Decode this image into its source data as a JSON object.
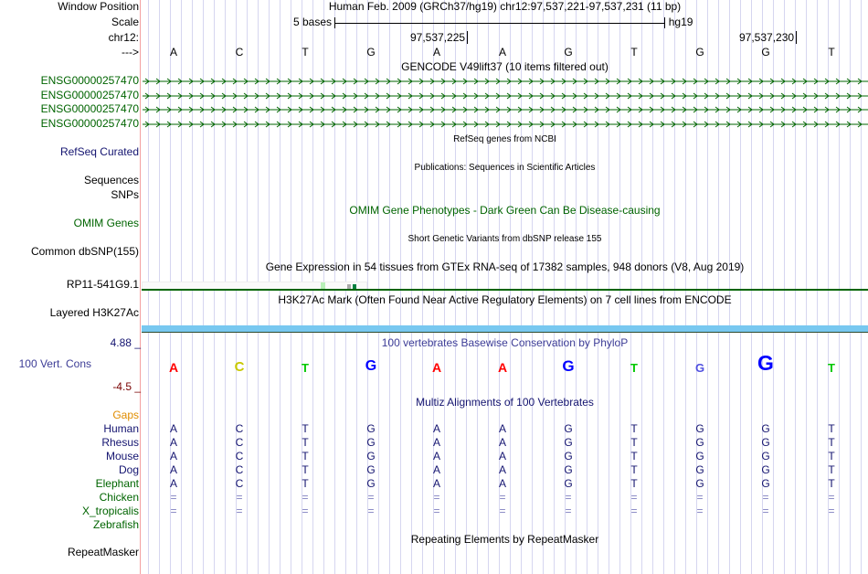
{
  "header": {
    "window_position_label": "Window Position",
    "scale_label": "Scale",
    "chrom_label": "chr12:",
    "strand_label": "--->",
    "assembly_title": "Human Feb. 2009 (GRCh37/hg19)   chr12:97,537,221-97,537,231 (11 bp)",
    "scale_text": "5 bases",
    "scale_db": "hg19",
    "coord1": "97,537,225",
    "coord2": "97,537,230"
  },
  "bases": [
    "A",
    "C",
    "T",
    "G",
    "A",
    "A",
    "G",
    "T",
    "G",
    "G",
    "T"
  ],
  "gencode": {
    "title": "GENCODE V49lift37 (10 items filtered out)",
    "items": [
      "ENSG00000257470",
      "ENSG00000257470",
      "ENSG00000257470",
      "ENSG00000257470"
    ],
    "color": "#006400"
  },
  "refseq": {
    "title": "RefSeq genes from NCBI",
    "label": "RefSeq Curated"
  },
  "publications": {
    "title": "Publications: Sequences in Scientific Articles",
    "label1": "Sequences",
    "label2": "SNPs"
  },
  "omim": {
    "title": "OMIM Gene Phenotypes - Dark Green Can Be Disease-causing",
    "label": "OMIM Genes"
  },
  "dbsnp": {
    "title": "Short Genetic Variants from dbSNP release 155",
    "label": "Common dbSNP(155)"
  },
  "gtex": {
    "title": "Gene Expression in 54 tissues from GTEx RNA-seq of 17382 samples, 948 donors (V8, Aug 2019)",
    "label": "RP11-541G9.1"
  },
  "h3k27ac": {
    "title": "H3K27Ac Mark (Often Found Near Active Regulatory Elements) on 7 cell lines from ENCODE",
    "label": "Layered H3K27Ac"
  },
  "phylop": {
    "title": "100 vertebrates Basewise Conservation by PhyloP",
    "label": "100 Vert. Cons",
    "max": "4.88 _",
    "min": "-4.5 _",
    "logo": [
      {
        "b": "A",
        "h": 0.2,
        "c": "#ff0000"
      },
      {
        "b": "C",
        "h": 0.25,
        "c": "#c8c800"
      },
      {
        "b": "T",
        "h": 0.08,
        "c": "#00c800"
      },
      {
        "b": "G",
        "h": 0.35,
        "c": "#0000ff"
      },
      {
        "b": "A",
        "h": 0.2,
        "c": "#ff0000"
      },
      {
        "b": "A",
        "h": 0.2,
        "c": "#ff0000"
      },
      {
        "b": "G",
        "h": 0.45,
        "c": "#0000ff"
      },
      {
        "b": "T",
        "h": 0.05,
        "c": "#00c800"
      },
      {
        "b": "G",
        "h": 0.12,
        "c": "#5050e0"
      },
      {
        "b": "G",
        "h": 0.9,
        "c": "#0000ff"
      },
      {
        "b": "T",
        "h": 0.05,
        "c": "#00c800"
      }
    ]
  },
  "multiz": {
    "title": "Multiz Alignments of 100 Vertebrates",
    "gaps_label": "Gaps",
    "species": [
      {
        "name": "Human",
        "color": "#141470",
        "seq": [
          "A",
          "C",
          "T",
          "G",
          "A",
          "A",
          "G",
          "T",
          "G",
          "G",
          "T"
        ]
      },
      {
        "name": "Rhesus",
        "color": "#141470",
        "seq": [
          "A",
          "C",
          "T",
          "G",
          "A",
          "A",
          "G",
          "T",
          "G",
          "G",
          "T"
        ]
      },
      {
        "name": "Mouse",
        "color": "#141470",
        "seq": [
          "A",
          "C",
          "T",
          "G",
          "A",
          "A",
          "G",
          "T",
          "G",
          "G",
          "T"
        ]
      },
      {
        "name": "Dog",
        "color": "#141470",
        "seq": [
          "A",
          "C",
          "T",
          "G",
          "A",
          "A",
          "G",
          "T",
          "G",
          "G",
          "T"
        ]
      },
      {
        "name": "Elephant",
        "color": "#006400",
        "seq": [
          "A",
          "C",
          "T",
          "G",
          "A",
          "A",
          "G",
          "T",
          "G",
          "G",
          "T"
        ]
      },
      {
        "name": "Chicken",
        "color": "#006400",
        "seq": [
          "=",
          "=",
          "=",
          "=",
          "=",
          "=",
          "=",
          "=",
          "=",
          "=",
          "="
        ]
      },
      {
        "name": "X_tropicalis",
        "color": "#006400",
        "seq": [
          "=",
          "=",
          "=",
          "=",
          "=",
          "=",
          "=",
          "=",
          "=",
          "=",
          "="
        ]
      },
      {
        "name": "Zebrafish",
        "color": "#006400",
        "seq": []
      }
    ]
  },
  "repeatmasker": {
    "title": "Repeating Elements by RepeatMasker",
    "label": "RepeatMasker"
  }
}
